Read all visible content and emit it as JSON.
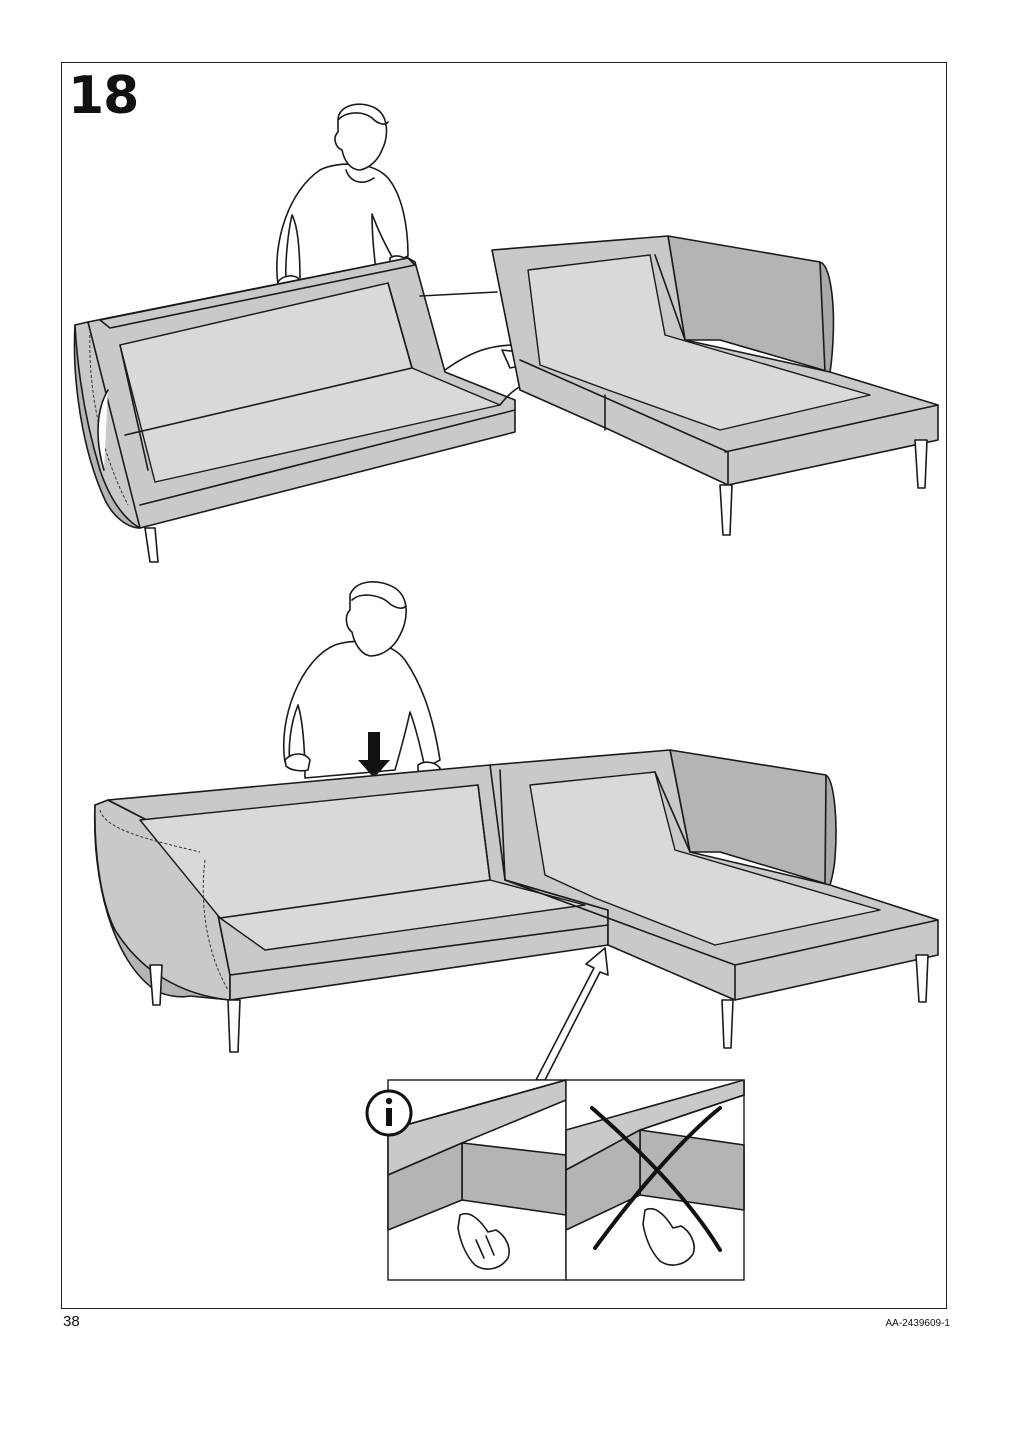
{
  "step": {
    "number": "18"
  },
  "footer": {
    "page_number": "38",
    "doc_code": "AA-2439609-1"
  },
  "icons": {
    "info": "info-icon",
    "wrong": "cross-mark-icon",
    "arrow": "arrow-down-icon"
  },
  "colors": {
    "fabric": "#c9c9c9",
    "fabric_dark": "#b4b4b4",
    "line": "#1a1a1a"
  }
}
